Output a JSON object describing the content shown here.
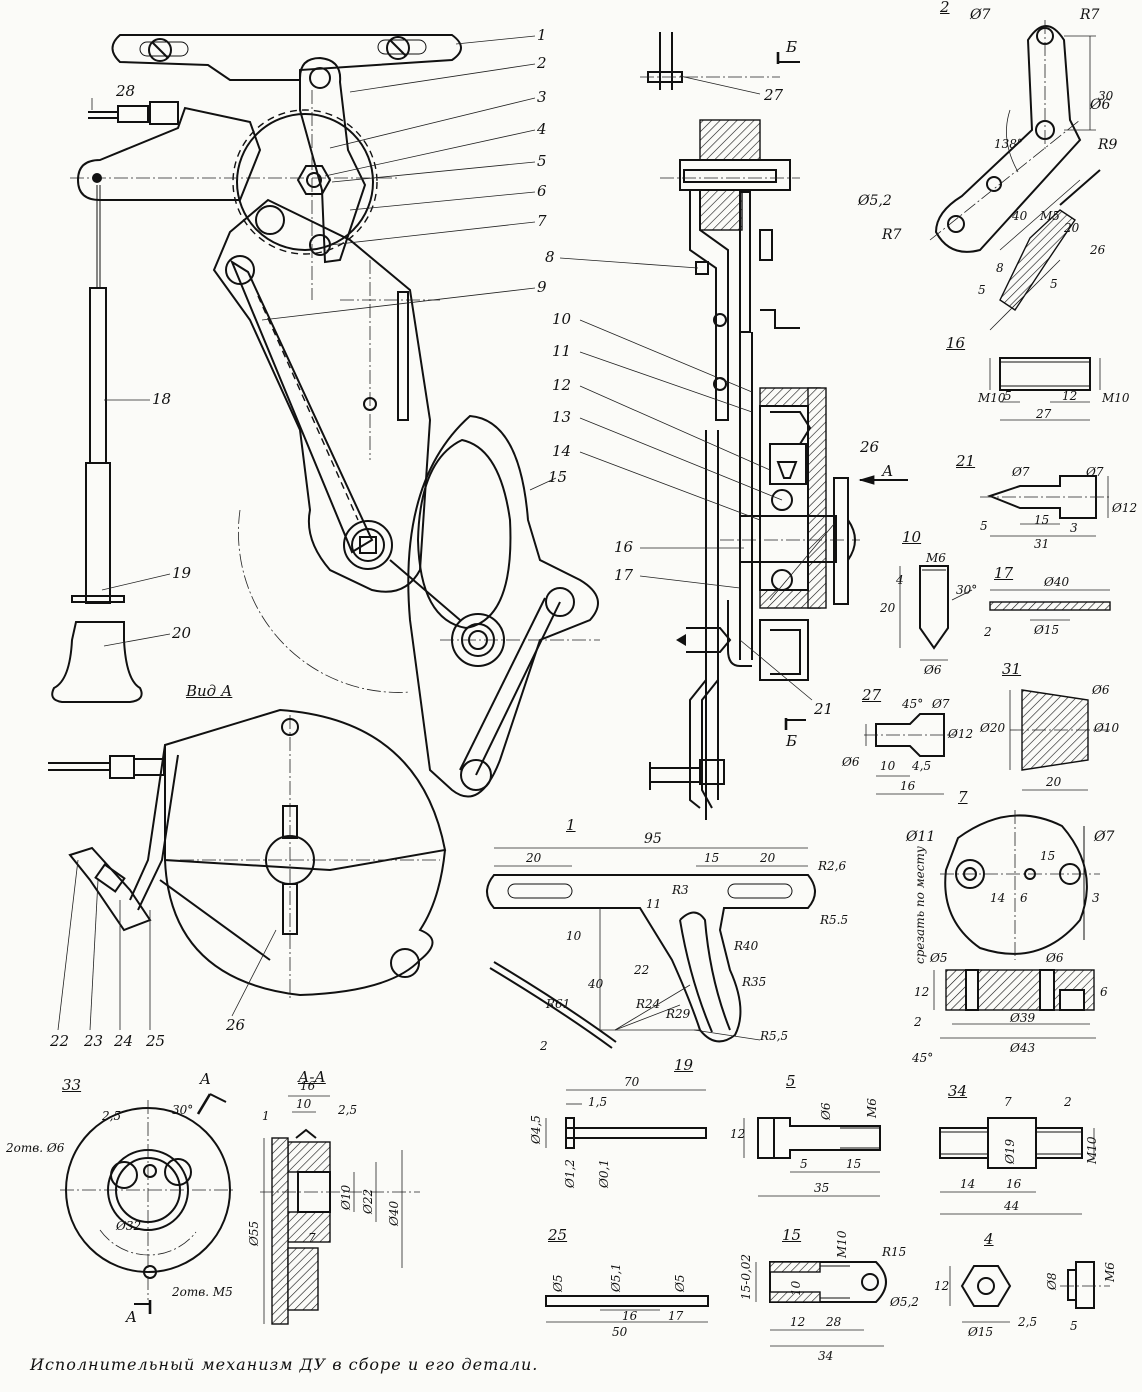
{
  "caption": "Исполнительный механизм ДУ в сборе и его детали.",
  "assembly_callouts": [
    "1",
    "2",
    "3",
    "4",
    "5",
    "6",
    "7",
    "8",
    "9",
    "10",
    "11",
    "12",
    "13",
    "14",
    "15",
    "16",
    "17",
    "18",
    "19",
    "20",
    "21",
    "22",
    "23",
    "24",
    "25",
    "26",
    "27",
    "28"
  ],
  "view_labels": {
    "view_a": "Вид А",
    "section_b": "Б",
    "section_aa": "А-А",
    "arrow_a": "А"
  },
  "parts": {
    "p2": {
      "title": "2",
      "dims": [
        "Ø7",
        "R7",
        "30",
        "138°",
        "Ø6",
        "R9",
        "Ø5,2",
        "R7",
        "40",
        "M5",
        "20",
        "26",
        "5",
        "5",
        "8"
      ]
    },
    "p16": {
      "title": "16",
      "dims": [
        "M10",
        "M10",
        "5",
        "12",
        "27"
      ]
    },
    "p21": {
      "title": "21",
      "dims": [
        "Ø7",
        "Ø7",
        "Ø12",
        "5",
        "15",
        "31",
        "3"
      ]
    },
    "p10": {
      "title": "10",
      "dims": [
        "M6",
        "4",
        "20",
        "30°",
        "Ø6"
      ]
    },
    "p17": {
      "title": "17",
      "dims": [
        "Ø40",
        "Ø15",
        "2"
      ]
    },
    "p27": {
      "title": "27",
      "dims": [
        "45°",
        "Ø7",
        "Ø6",
        "Ø12",
        "10",
        "4,5",
        "16"
      ]
    },
    "p31": {
      "title": "31",
      "dims": [
        "Ø6",
        "Ø20",
        "Ø10",
        "20"
      ]
    },
    "p7": {
      "title": "7",
      "dims": [
        "Ø11",
        "Ø7",
        "15",
        "14",
        "6",
        "3",
        "срезать по месту",
        "Ø5",
        "Ø6",
        "12",
        "2",
        "Ø39",
        "6",
        "45°",
        "Ø43"
      ]
    },
    "p1": {
      "title": "1",
      "dims": [
        "95",
        "20",
        "15",
        "20",
        "R2,6",
        "R3",
        "11",
        "R5.5",
        "10",
        "R40",
        "22",
        "40",
        "R35",
        "R61",
        "R24",
        "R29",
        "R5,5",
        "2"
      ]
    },
    "p33": {
      "title": "33",
      "dims": [
        "2,5",
        "30°",
        "2отв. Ø6",
        "Ø32",
        "2отв. М5",
        "A",
        "A"
      ]
    },
    "paa": {
      "title": "А-А",
      "dims": [
        "16",
        "10",
        "2,5",
        "1",
        "Ø55",
        "7",
        "Ø10",
        "Ø22",
        "Ø40"
      ]
    },
    "p19": {
      "title": "19",
      "dims": [
        "70",
        "1,5",
        "Ø4,5",
        "Ø1,2",
        "Ø0,1"
      ]
    },
    "p5": {
      "title": "5",
      "dims": [
        "Ø6",
        "M6",
        "12",
        "5",
        "15",
        "35"
      ]
    },
    "p34": {
      "title": "34",
      "dims": [
        "7",
        "2",
        "Ø19",
        "M10",
        "14",
        "16",
        "44"
      ]
    },
    "p25": {
      "title": "25",
      "dims": [
        "Ø5",
        "Ø5,1",
        "Ø5",
        "16",
        "17",
        "50"
      ]
    },
    "p15": {
      "title": "15",
      "dims": [
        "15-0,02",
        "M10",
        "R15",
        "10",
        "Ø5,2",
        "12",
        "28",
        "34"
      ]
    },
    "p4": {
      "title": "4",
      "dims": [
        "Ø8",
        "M6",
        "12",
        "2,5",
        "Ø15",
        "5"
      ]
    }
  }
}
